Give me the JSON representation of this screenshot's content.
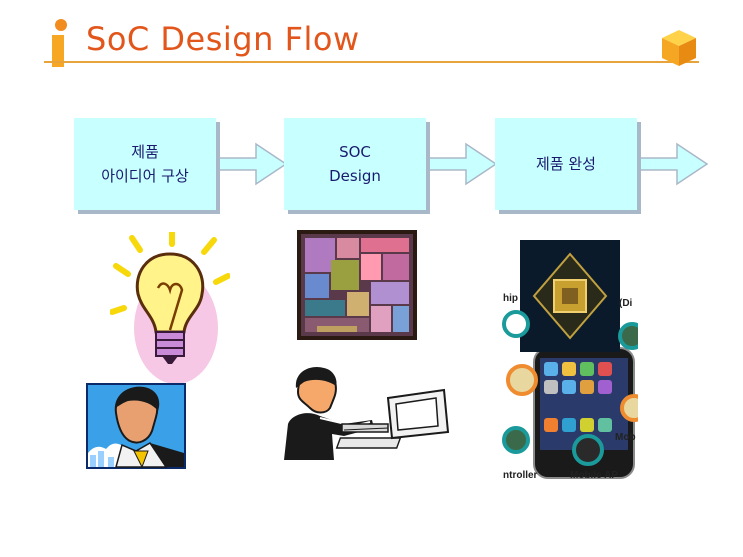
{
  "slide": {
    "title": "SoC Design Flow"
  },
  "flow": {
    "steps": [
      {
        "line1": "제품",
        "line2": "아이디어 구상"
      },
      {
        "line1": "SOC",
        "line2": "Design"
      },
      {
        "line1": "제품 완성",
        "line2": ""
      }
    ]
  },
  "phone_labels": {
    "chip": "hip",
    "di": "(Di",
    "mob": "Mob",
    "controller": "ntroller",
    "mobile_ap": "Mobile AP"
  },
  "colors": {
    "title": "#e2561c",
    "title_rule": "#e8a33a",
    "box_fill": "#c8ffff",
    "box_text": "#1a1a6e",
    "box_shadow": "#a9b8c8"
  }
}
